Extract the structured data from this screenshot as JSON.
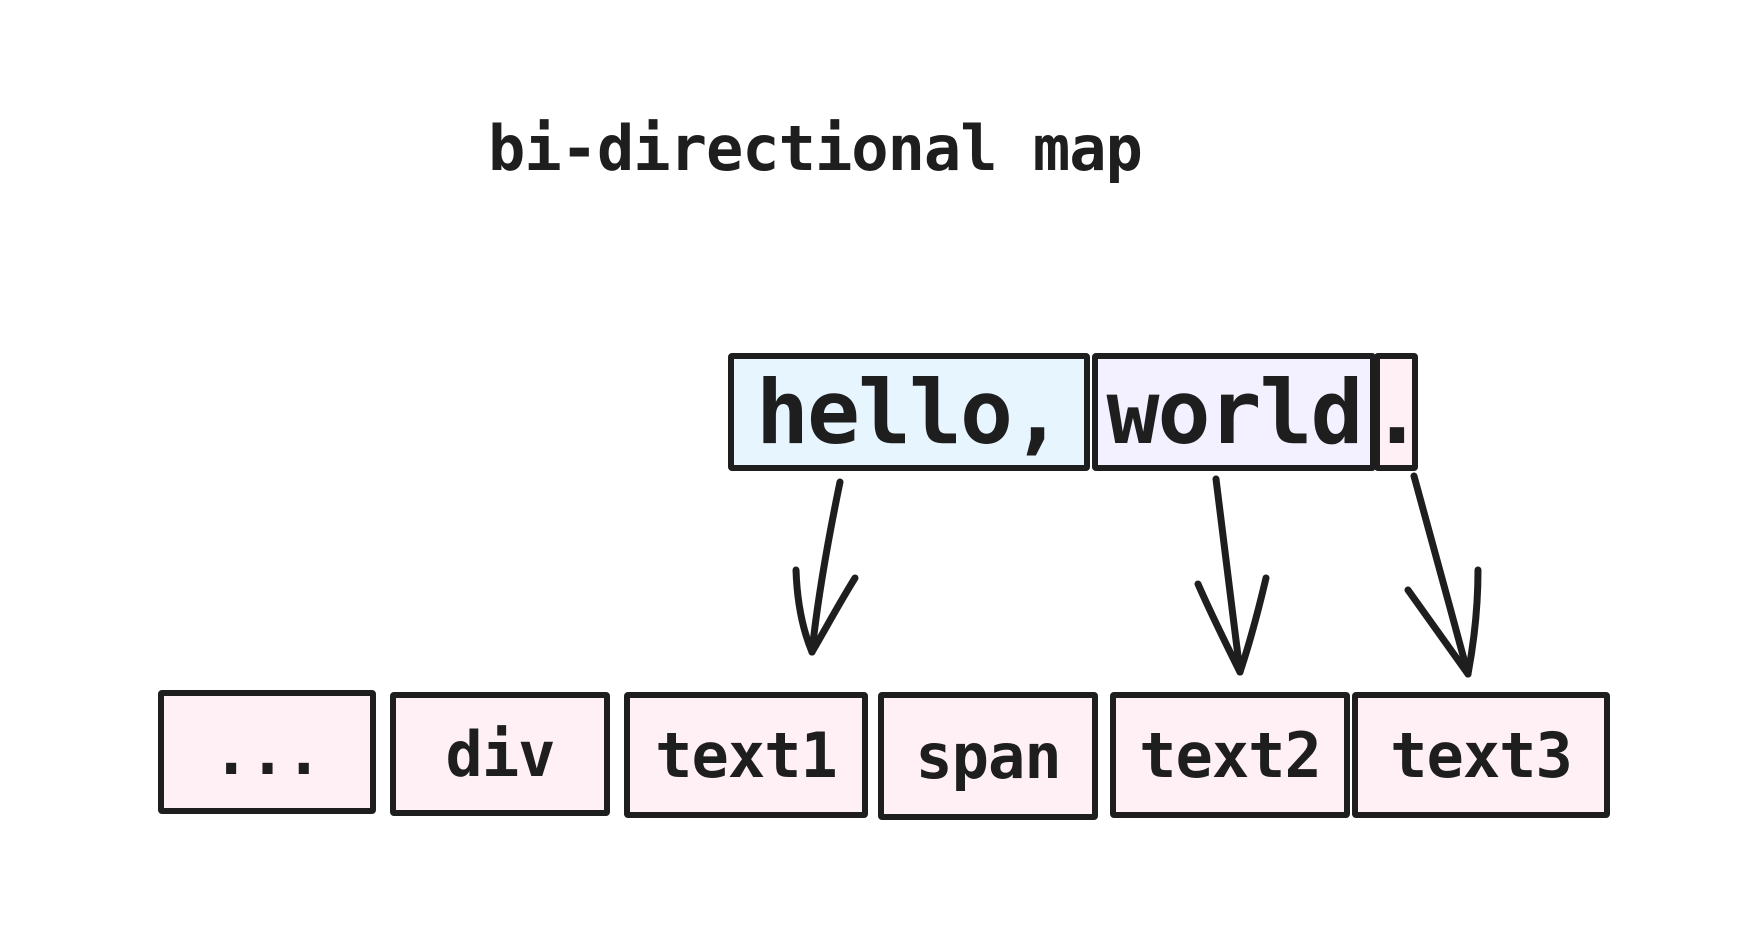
{
  "title": "bi-directional map",
  "text_segments": [
    {
      "label": "hello,",
      "color": "#e7f5ff"
    },
    {
      "label": "world",
      "color": "#f3f0ff"
    },
    {
      "label": ".",
      "color": "#fff0f6"
    }
  ],
  "nodes": [
    {
      "label": "..."
    },
    {
      "label": "div"
    },
    {
      "label": "text1"
    },
    {
      "label": "span"
    },
    {
      "label": "text2"
    },
    {
      "label": "text3"
    }
  ],
  "colors": {
    "stroke": "#1e1e1e",
    "node_fill": "#fff0f6",
    "background": "#ffffff"
  }
}
